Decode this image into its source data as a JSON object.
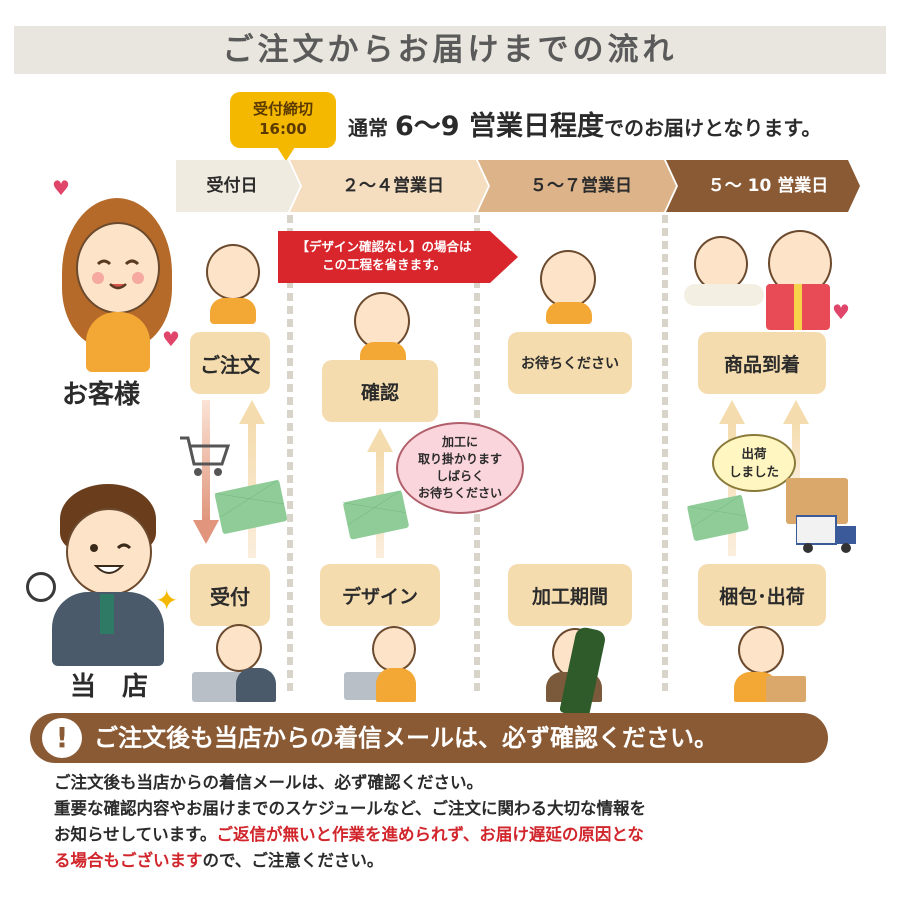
{
  "title": "ご注文からお届けまでの流れ",
  "deadline": {
    "line1": "受付締切",
    "line2": "16:00"
  },
  "notice": {
    "pre": "通常",
    "emph": "6〜9 営業日程度",
    "post": "でのお届けとなります。"
  },
  "steps": [
    {
      "label": "受付日",
      "bg": "#f0ebe1",
      "fg": "#2b2b2b"
    },
    {
      "label": "２〜４営業日",
      "bg": "#f5ddc0",
      "fg": "#2b2b2b"
    },
    {
      "label": "５〜７営業日",
      "bg": "#ddb48a",
      "fg": "#2b2b2b"
    },
    {
      "label": "５〜 10 営業日",
      "bg": "#8a5a34",
      "fg": "#ffffff"
    }
  ],
  "roles": {
    "customer": "お客様",
    "shop": "当　店"
  },
  "boxes": {
    "order": "ご注文",
    "confirm": "確認",
    "wait": "お待ちください",
    "arrive": "商品到着",
    "receive": "受付",
    "design": "デザイン",
    "process": "加工期間",
    "ship": "梱包･出荷"
  },
  "skip_notice": {
    "line1": "【デザイン確認なし】の場合は",
    "line2": "この工程を省きます。"
  },
  "bubble_process": {
    "l1": "加工に",
    "l2": "取り掛かります",
    "l3": "しばらく",
    "l4": "お待ちください"
  },
  "bubble_ship": {
    "l1": "出荷",
    "l2": "しました"
  },
  "warning": {
    "icon": "!",
    "text": "ご注文後も当店からの着信メールは、必ず確認ください。"
  },
  "body": {
    "line1": "ご注文後も当店からの着信メールは、必ず確認ください。",
    "line2": "重要な確認内容やお届けまでのスケジュールなど、ご注文に関わる大切な情報を",
    "line3a": "お知らせしています。",
    "line3b": "ご返信が無いと作業を進められず、お届け遅延の原因とな",
    "line4a": "る場合もございます",
    "line4b": "ので、ご注意ください。"
  },
  "colors": {
    "accent": "#8a5a34",
    "box": "#f4dcae",
    "alert": "#d8262c",
    "deadline": "#f5b800"
  }
}
